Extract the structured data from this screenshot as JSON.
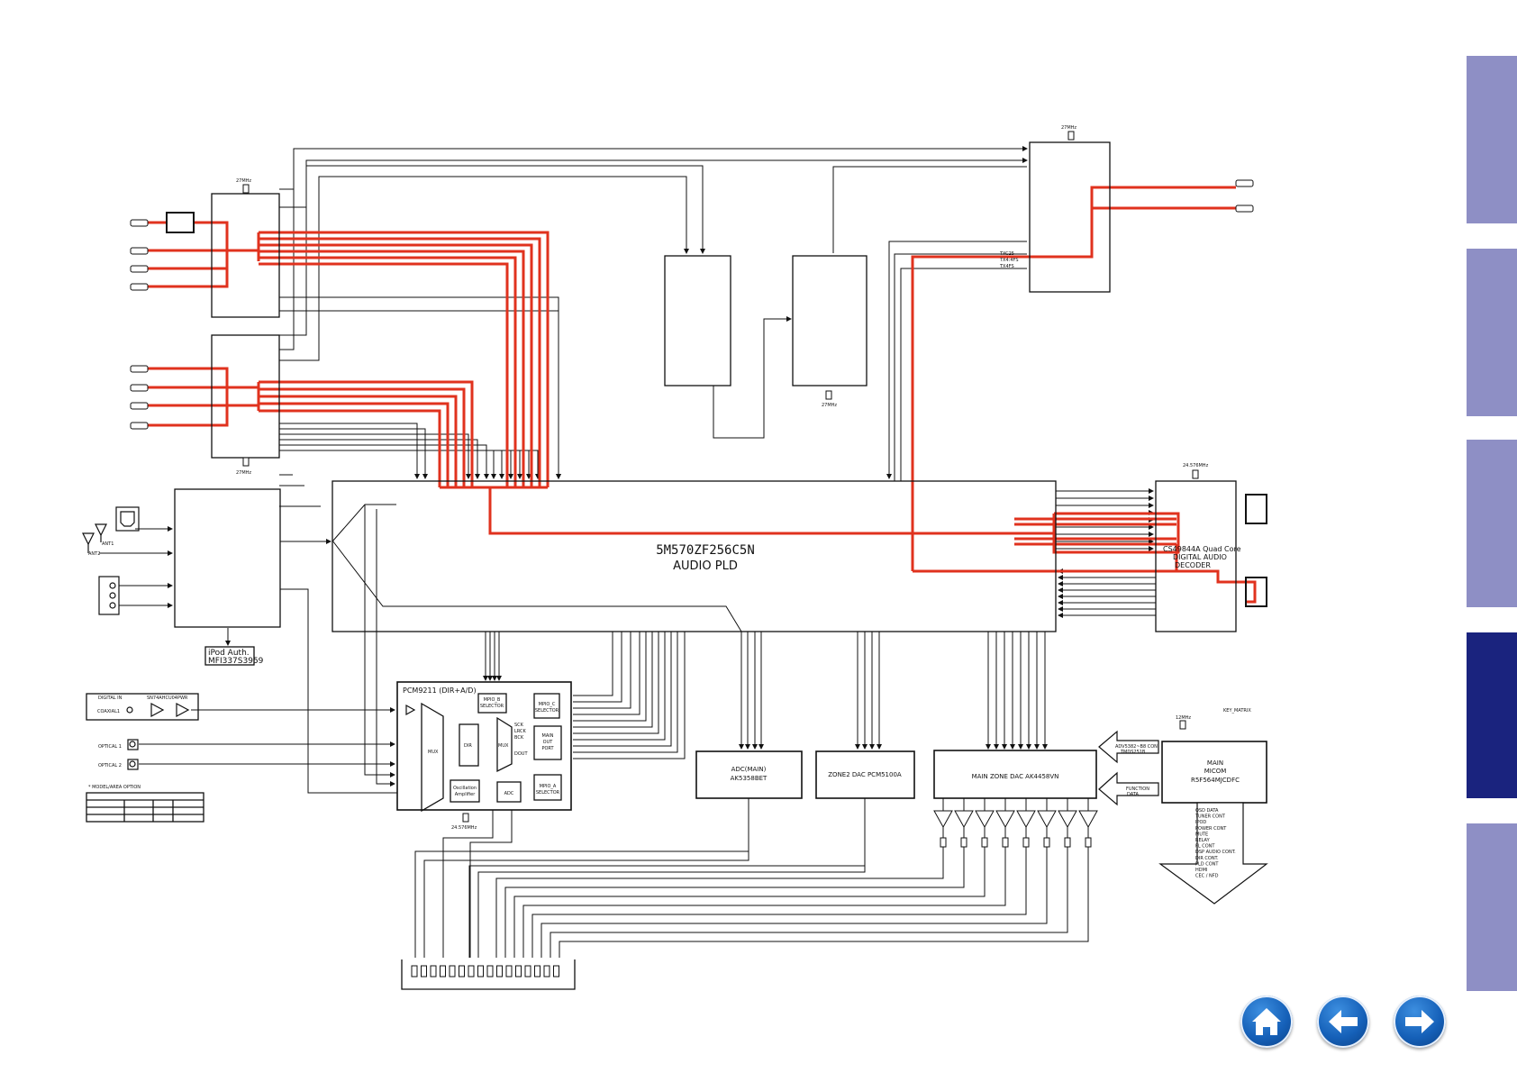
{
  "colors": {
    "signal_path": "#e0321e",
    "line": "#111111",
    "tab_inactive": "#8e8fc5",
    "tab_active": "#1a237e",
    "nav_button": "#1560b8"
  },
  "side_tabs": [
    {
      "name": "tab-1",
      "active": false
    },
    {
      "name": "tab-2",
      "active": false
    },
    {
      "name": "tab-3",
      "active": false
    },
    {
      "name": "tab-4",
      "active": true
    },
    {
      "name": "tab-5",
      "active": false
    }
  ],
  "nav": {
    "home_icon": "house-icon",
    "back_icon": "arrow-left-icon",
    "forward_icon": "arrow-right-icon"
  },
  "blocks": {
    "pld_part": "5M570ZF256C5N",
    "pld_name": "AUDIO PLD",
    "dsp_part": "CS49844A Quad Core",
    "dsp_line2": "DIGITAL AUDIO",
    "dsp_line3": "DECODER",
    "ipod_auth_line1": "iPod Auth.",
    "ipod_auth_line2": "MFI337S3959",
    "pcm_label": "PCM9211 (DIR+A/D)",
    "mpio_b": [
      "MPIO_B",
      "SELECTOR"
    ],
    "mpio_c": [
      "MPIO_C",
      "SELECTOR"
    ],
    "mpio_a": [
      "MPIO_A",
      "SELECTOR"
    ],
    "main_out": [
      "MAIN",
      "OUT",
      "PORT"
    ],
    "mux": "MUX",
    "dir": "DIR",
    "osc": [
      "Oscillation",
      "Amplifier"
    ],
    "adc_small": "ADC",
    "sck": [
      "SCK",
      "LRCK",
      "BCK"
    ],
    "dout": "DOUT",
    "adc_main": [
      "ADC(MAIN)",
      "AK5358BET"
    ],
    "zone2_dac": "ZONE2 DAC PCM5100A",
    "main_dac": "MAIN ZONE DAC AK4458VN",
    "micom": [
      "MAIN",
      "MICOM",
      "R5F564MJCDFC"
    ],
    "digital_in": "DIGITAL IN",
    "buffer": "SN74AHCU04PWR",
    "coaxial": "COAXIAL1",
    "optical1": "OPTICAL 1",
    "optical2": "OPTICAL 2",
    "ant1": "ANT1",
    "ant2": "ANT2",
    "model_option": "* MODEL/AREA OPTION",
    "adv_bus": [
      "ADV5382~B8 CON",
      "TMDS251B"
    ],
    "function_data": [
      "FUNCTION",
      "DATA"
    ],
    "key_matrix": "KEY_MATRIX",
    "micom_outputs": [
      "OSD DATA",
      "TUNER CONT",
      "IPOD",
      "POWER CONT",
      "MUTE",
      "RELAY",
      "FL CONT",
      "DSP AUDIO CONT.",
      "DIR CONT.",
      "PLD CONT",
      "HDMI",
      "CEC / NFD"
    ],
    "xtal_27": "27MHz",
    "xtal_24": "24.576MHz",
    "xtal_12": "12MHz",
    "hdmi_pins": [
      "TXC25",
      "TX4:4FS",
      "TX4FS"
    ]
  }
}
